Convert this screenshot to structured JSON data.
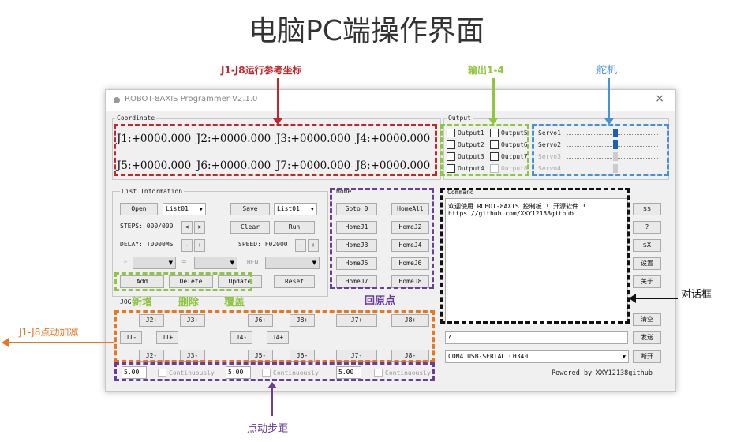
{
  "page_title": "电脑PC端操作界面",
  "window": {
    "title": "ROBOT-8AXIS Programmer V2.1.0",
    "close": "×"
  },
  "coordinate": {
    "label": "Coordinate",
    "row1": [
      "J1:+0000.000",
      "J2:+0000.000",
      "J3:+0000.000",
      "J4:+0000.000"
    ],
    "row2": [
      "J5:+0000.000",
      "J6:+0000.000",
      "J7:+0000.000",
      "J8:+0000.000"
    ]
  },
  "output": {
    "label": "Output",
    "items": [
      "Output1",
      "Output5",
      "Output2",
      "Output6",
      "Output3",
      "Output7",
      "Output4",
      "Output8"
    ],
    "servos": [
      "Servo1",
      "Servo2",
      "Servo3",
      "Servo4"
    ]
  },
  "list_info": {
    "label": "List Information",
    "open": "Open",
    "list_select1": "List01",
    "save": "Save",
    "list_select2": "List01",
    "steps": "STEPS: 000/000",
    "prev": "<",
    "next": ">",
    "clear": "Clear",
    "run": "Run",
    "delay": "DELAY: T0000MS",
    "minus": "-",
    "plus": "+",
    "speed": "SPEED: F02000",
    "if": "IF",
    "eq": "=",
    "then": "THEN",
    "add": "Add",
    "delete": "Delete",
    "update": "Update",
    "reset": "Reset"
  },
  "home": {
    "label": "Home",
    "buttons": [
      "Goto 0",
      "HomeAll",
      "HomeJ1",
      "HomeJ2",
      "HomeJ3",
      "HomeJ4",
      "HomeJ5",
      "HomeJ6",
      "HomeJ7",
      "HomeJ8"
    ]
  },
  "command": {
    "label": "Command",
    "text_line1": "欢迎使用 ROBOT-8AXIS 控制板 ! 开源软件 !",
    "text_line2": "https://github.com/XXY12138github",
    "side_buttons": [
      "$$",
      "?",
      "$X",
      "设置",
      "关于"
    ],
    "input_value": "?",
    "send": "发送",
    "clear": "清空",
    "port": "COM4 USB-SERIAL CH340",
    "disconnect": "断开",
    "powered": "Powered by XXY12138github"
  },
  "jog": {
    "label": "JOG",
    "plus_row": [
      "J2+",
      "J3+",
      "J6+",
      "J8+",
      "J7+",
      "J8+"
    ],
    "mid_row": [
      "J1-",
      "J1+",
      "J4-",
      "J4+"
    ],
    "minus_row": [
      "J2-",
      "J3-",
      "J5-",
      "J6-",
      "J7-",
      "J8-"
    ],
    "steps": [
      {
        "value": "5.00",
        "label": "Continuously"
      },
      {
        "value": "5.00",
        "label": "Continuously"
      },
      {
        "value": "5.00",
        "label": "Continuously"
      }
    ]
  },
  "annotations": {
    "coord_ref": "J1-J8运行参考坐标",
    "output14": "输出1-4",
    "servo": "舵机",
    "add_note": "新增",
    "delete_note": "删除",
    "update_note": "覆盖",
    "home_note": "回原点",
    "dialog": "对话框",
    "jog_note": "J1-J8点动加减",
    "step_note": "点动步距"
  },
  "colors": {
    "red": "#c0272d",
    "green": "#8dc63f",
    "blue": "#4a90d9",
    "purple": "#6a3d9a",
    "orange": "#e87722",
    "black": "#111111"
  }
}
